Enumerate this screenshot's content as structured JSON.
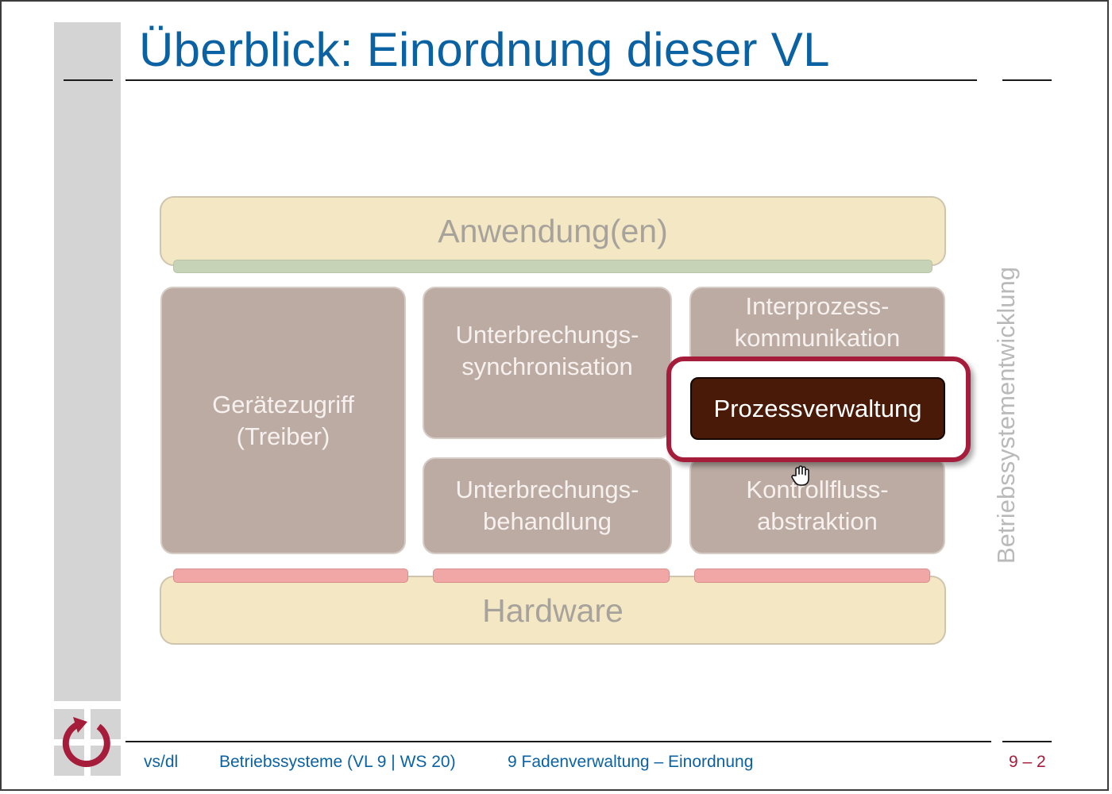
{
  "slide": {
    "title": "Überblick: Einordnung dieser VL"
  },
  "diagram": {
    "top_layer": "Anwendung(en)",
    "bottom_layer": "Hardware",
    "device_access": "Gerätezugriff\n(Treiber)",
    "interrupt_sync": "Unterbrechungs-\nsynchronisation",
    "interrupt_handling": "Unterbrechungs-\nbehandlung",
    "ipc": "Interprozess-\nkommunikation",
    "process_management": "Prozessverwaltung",
    "control_flow": "Kontrollfluss-\nabstraktion",
    "side_label": "Betriebssystementwicklung"
  },
  "footer": {
    "author": "vs/dl",
    "course": "Betriebssysteme (VL 9 | WS 20)",
    "chapter": "9 Fadenverwaltung – Einordnung",
    "page": "9 – 2"
  },
  "colors": {
    "title": "#0b62a3",
    "accent": "#a61d3c",
    "layer_fill": "#f3e7c4",
    "component_fill": "#bcaba3",
    "focus_fill": "#4a1a08"
  },
  "icons": {
    "logo": "university-logo-icon",
    "cursor": "hand-cursor-icon"
  }
}
